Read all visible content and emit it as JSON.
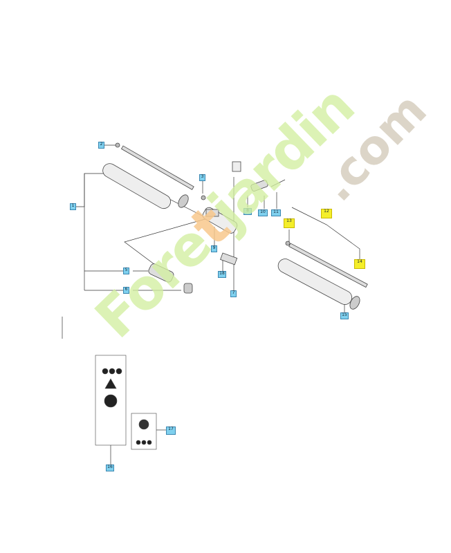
{
  "watermark": {
    "prefix": "Fore",
    "accent": "t",
    "middle": "jardin",
    "suffix": ".com"
  },
  "callouts": {
    "c1": "1",
    "c2": "2",
    "c3": "3",
    "c5": "5",
    "c6": "6",
    "c7": "7",
    "c8": "8",
    "c9": "9",
    "c10": "10",
    "c11": "11",
    "c12": "12",
    "c13": "13",
    "c14": "14",
    "c15": "15",
    "c16": "16",
    "c17": "17",
    "c18": "18"
  },
  "colors": {
    "callout_blue": "#7fd0ee",
    "callout_yellow": "#f4ee2a",
    "line": "#333333",
    "watermark_green": "#d2eea0",
    "watermark_orange": "#f8c88c",
    "watermark_grey": "#d6cebe"
  }
}
